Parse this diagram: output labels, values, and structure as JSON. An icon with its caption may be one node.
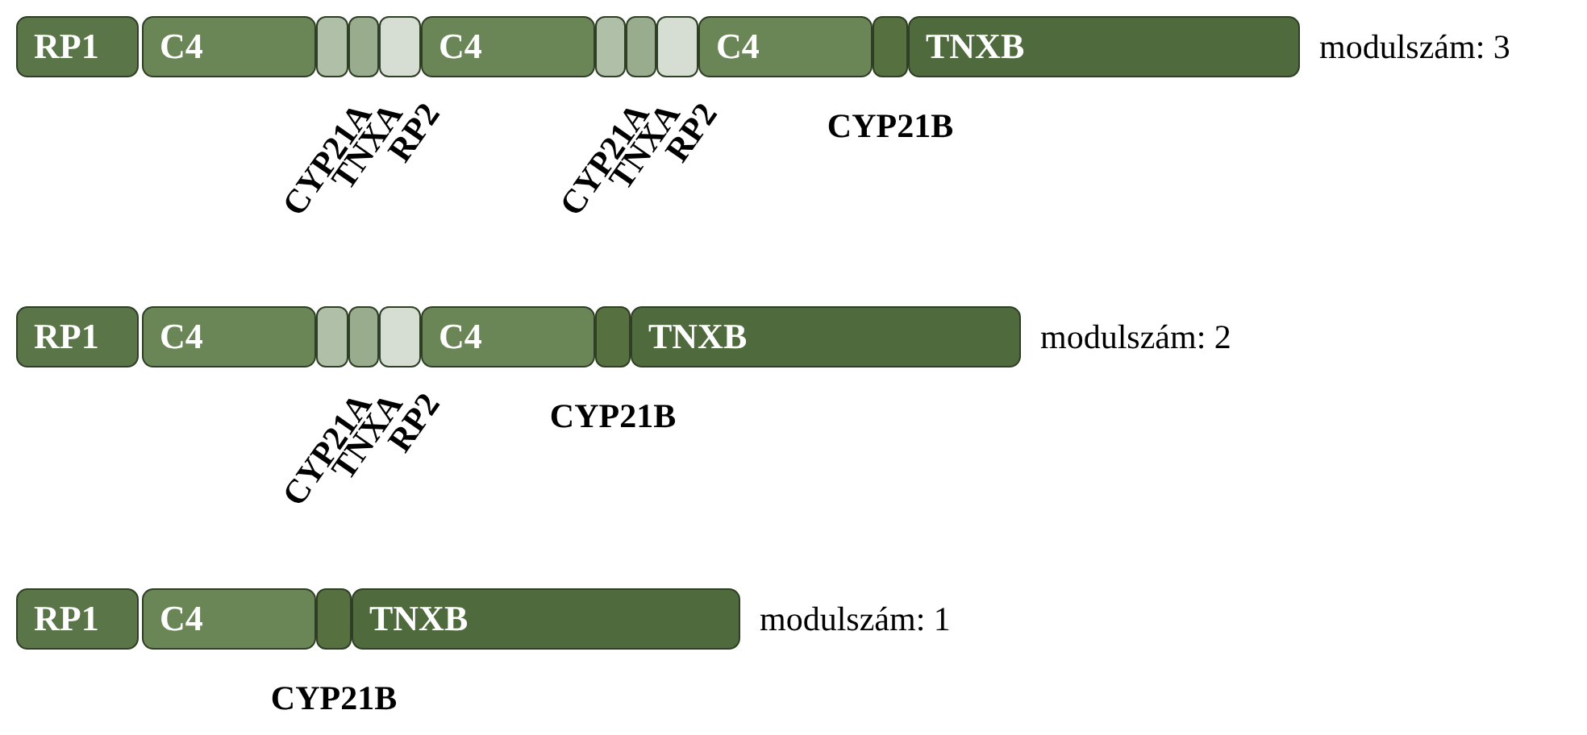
{
  "diagram": {
    "nodes": [
      {
        "text": [
          "RP1"
        ]
      },
      {
        "text": [
          "C4"
        ]
      },
      {
        "text": [],
        "shape": "box",
        "beside": [
          "CYP21A"
        ]
      },
      {
        "text": [],
        "shape": "box",
        "beside": [
          "TNXA"
        ]
      },
      {
        "text": [],
        "shape": "box",
        "beside": [
          "RP2"
        ]
      },
      {
        "text": [
          "C4"
        ]
      },
      {
        "text": [],
        "shape": "box",
        "beside": [
          "CYP21A"
        ]
      },
      {
        "text": [],
        "shape": "box",
        "beside": [
          "TNXA"
        ]
      },
      {
        "text": [],
        "shape": "box",
        "beside": [
          "RP2"
        ]
      },
      {
        "text": [
          "C4"
        ]
      },
      {
        "text": [],
        "shape": "box",
        "beside": [
          "CYP21B"
        ]
      },
      {
        "text": [
          "TNXB"
        ]
      },
      {
        "text": [
          "RP1"
        ]
      },
      {
        "text": [
          "C4"
        ]
      },
      {
        "text": [],
        "shape": "box",
        "beside": [
          "CYP21A"
        ]
      },
      {
        "text": [],
        "shape": "box",
        "beside": [
          "TNXA"
        ]
      },
      {
        "text": [],
        "shape": "box",
        "beside": [
          "RP2"
        ]
      },
      {
        "text": [
          "C4"
        ]
      },
      {
        "text": [],
        "shape": "box",
        "beside": [
          "CYP21B"
        ]
      },
      {
        "text": [
          "TNXB"
        ]
      },
      {
        "text": [
          "RP1"
        ]
      },
      {
        "text": [
          "C4"
        ]
      },
      {
        "text": [],
        "shape": "box",
        "beside": [
          "CYP21B"
        ]
      },
      {
        "text": [
          "TNXB"
        ]
      }
    ],
    "labels": [
      "modulszám: 3",
      "modulszám: 2",
      "modulszám: 1"
    ]
  }
}
